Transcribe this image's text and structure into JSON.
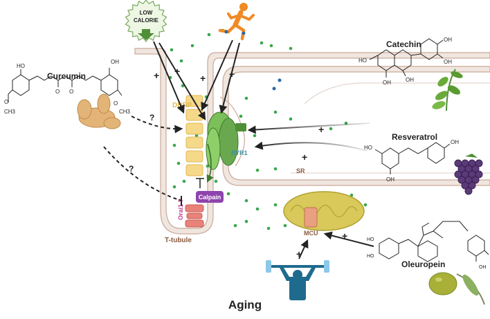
{
  "title": "Aging",
  "labels": {
    "low_calorie_line1": "LOW",
    "low_calorie_line2": "CALORIE",
    "curcumin": "Curcumin",
    "catechin": "Catechin",
    "resveratrol": "Resveratrol",
    "oleuropein": "Oleuropein",
    "dhrp": "DHRP",
    "ryr1": "RYR1",
    "sr": "SR",
    "calpain": "Calpain",
    "orai1": "Orai1 ?",
    "t_tubule": "T-tubule",
    "mcu": "MCU"
  },
  "symbols": {
    "plus": "+",
    "question": "?"
  },
  "chem_labels": {
    "oh": "OH",
    "ho": "HO",
    "o": "O",
    "och3": "O",
    "ch3": "CH3"
  },
  "colors": {
    "membrane_fill": "#f0e6df",
    "membrane_stroke": "#c9a99a",
    "dhrp": "#f5d98a",
    "ryr1": "#6aa84f",
    "calpain": "#8e44ad",
    "orai1": "#e8837a",
    "mitochondria": "#d8c95a",
    "calcium_dot": "#3aa84b",
    "runner": "#f08a24",
    "weight": "#1f6b8e",
    "grape": "#5b3a7a",
    "olive": "#8a9a2a",
    "label_brown": "#8b5a3c",
    "label_teal": "#3d8fa0",
    "label_pink": "#c0408a"
  }
}
